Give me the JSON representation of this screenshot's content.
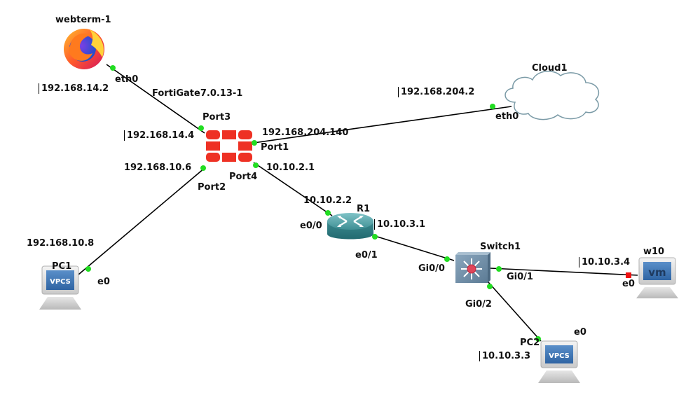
{
  "nodes": {
    "webterm": {
      "name": "webterm-1",
      "type": "firefox-browser"
    },
    "fortigate": {
      "name": "FortiGate7.0.13-1",
      "type": "firewall"
    },
    "cloud": {
      "name": "Cloud1",
      "type": "cloud"
    },
    "router": {
      "name": "R1",
      "type": "router"
    },
    "switch": {
      "name": "Switch1",
      "type": "switch"
    },
    "pc1": {
      "name": "PC1",
      "type": "vpcs",
      "badge": "VPCS"
    },
    "pc2": {
      "name": "PC2",
      "type": "vpcs",
      "badge": "VPCS"
    },
    "w10": {
      "name": "w10",
      "type": "vm",
      "badge": "vm"
    }
  },
  "ports": {
    "webterm_eth0": "eth0",
    "fg_port3": "Port3",
    "fg_port1": "Port1",
    "fg_port2": "Port2",
    "fg_port4": "Port4",
    "cloud_eth0": "eth0",
    "r1_e00": "e0/0",
    "r1_e01": "e0/1",
    "sw_gi00": "Gi0/0",
    "sw_gi01": "Gi0/1",
    "sw_gi02": "Gi0/2",
    "pc1_e0": "e0",
    "pc2_e0": "e0",
    "w10_e0": "e0"
  },
  "addresses": {
    "webterm": "192.168.14.2",
    "fg_port3": "192.168.14.4",
    "fg_port1": "192.168.204.140",
    "fg_port2": "192.168.10.6",
    "fg_port4": "10.10.2.1",
    "cloud": "192.168.204.2",
    "r1_e00": "10.10.2.2",
    "r1_e01": "10.10.3.1",
    "pc1": "192.168.10.8",
    "pc2": "10.10.3.3",
    "w10": "10.10.3.4"
  },
  "links": [
    {
      "from": "webterm-1:eth0",
      "to": "FortiGate7.0.13-1:Port3",
      "status": "up"
    },
    {
      "from": "FortiGate7.0.13-1:Port1",
      "to": "Cloud1:eth0",
      "status": "up"
    },
    {
      "from": "FortiGate7.0.13-1:Port2",
      "to": "PC1:e0",
      "status": "up"
    },
    {
      "from": "FortiGate7.0.13-1:Port4",
      "to": "R1:e0/0",
      "status": "up"
    },
    {
      "from": "R1:e0/1",
      "to": "Switch1:Gi0/0",
      "status": "up"
    },
    {
      "from": "Switch1:Gi0/1",
      "to": "w10:e0",
      "status": "down"
    },
    {
      "from": "Switch1:Gi0/2",
      "to": "PC2:e0",
      "status": "up"
    }
  ],
  "colors": {
    "link_up": "#22dd22",
    "link_down": "#ee1111",
    "fortinet_red": "#ee3124",
    "router_teal": "#3f8f94",
    "switch_blue": "#6f8ea8"
  }
}
